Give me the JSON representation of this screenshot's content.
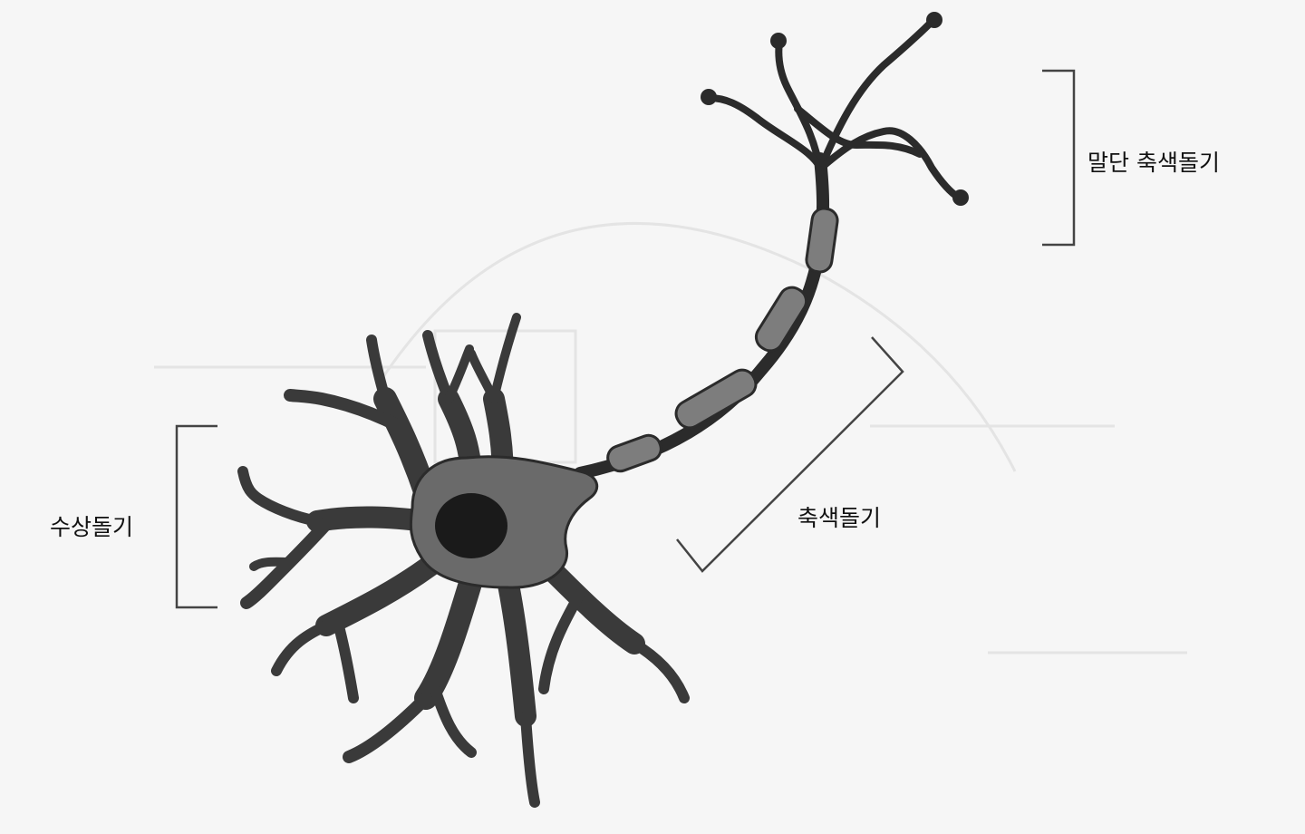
{
  "diagram": {
    "labels": {
      "axon_terminal": "말단 축색돌기",
      "axon": "축색돌기",
      "dendrite": "수상돌기"
    },
    "colors": {
      "background": "#f6f6f6",
      "cell_fill": "#6a6a6a",
      "nucleus_fill": "#1a1a1a",
      "myelin_fill": "#7d7d7d",
      "bracket": "#444444",
      "ghost": "#e4e4e4"
    }
  }
}
